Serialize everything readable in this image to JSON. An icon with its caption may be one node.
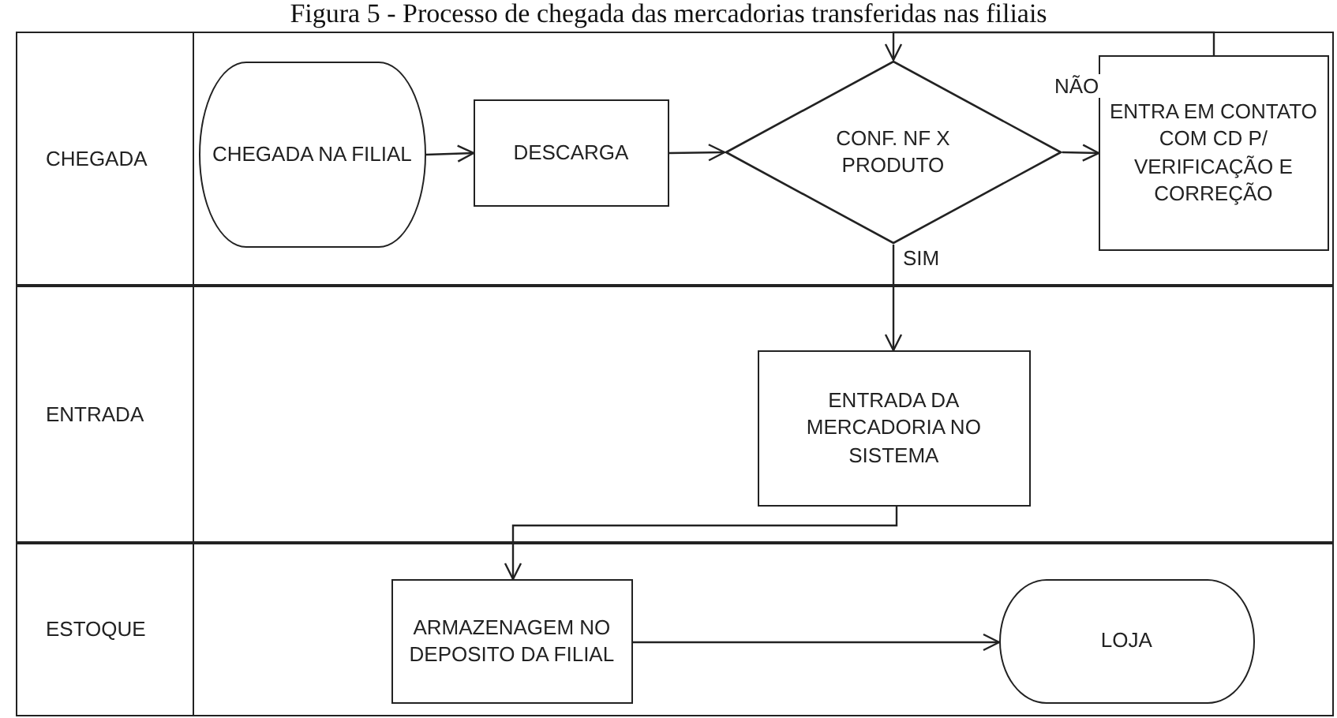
{
  "diagram": {
    "title": "Figura 5 - Processo de chegada das mercadorias transferidas nas filiais",
    "nodes": [
      {
        "text": [
          "CHEGADA"
        ]
      },
      {
        "text": [
          "CHEGADA NA FILIAL"
        ],
        "in": 0
      },
      {
        "text": [
          "DESCARGA"
        ],
        "in": 0
      },
      {
        "text": [
          "CONF. NF X PRODUTO"
        ],
        "in": 0
      },
      {
        "text": [
          "ENTRA EM CONTATO COM CD P/ VERIFICAÇÃO E CORREÇÃO"
        ],
        "in": 0
      },
      {
        "text": [
          "ENTRADA"
        ]
      },
      {
        "text": [
          "ENTRADA DA MERCADORIA NO SISTEMA"
        ],
        "in": 5
      },
      {
        "text": [
          "ESTOQUE"
        ]
      },
      {
        "text": [
          "ARMAZENAGEM NO DEPOSITO DA FILIAL"
        ],
        "in": 7
      },
      {
        "text": [
          "LOJA"
        ],
        "in": 7
      }
    ],
    "edges": [
      {
        "from": 1,
        "to": 2,
        "arrow": "to"
      },
      {
        "from": 2,
        "to": 3,
        "arrow": "to"
      },
      {
        "from": 3,
        "to": 4,
        "arrow": "to",
        "label": "NÃO"
      },
      {
        "from": 4,
        "to": 3,
        "arrow": "to"
      },
      {
        "from": 3,
        "to": 6,
        "arrow": "to",
        "label": "SIM"
      },
      {
        "from": 6,
        "to": 8,
        "arrow": "to"
      },
      {
        "from": 8,
        "to": 9,
        "arrow": "to"
      }
    ]
  }
}
